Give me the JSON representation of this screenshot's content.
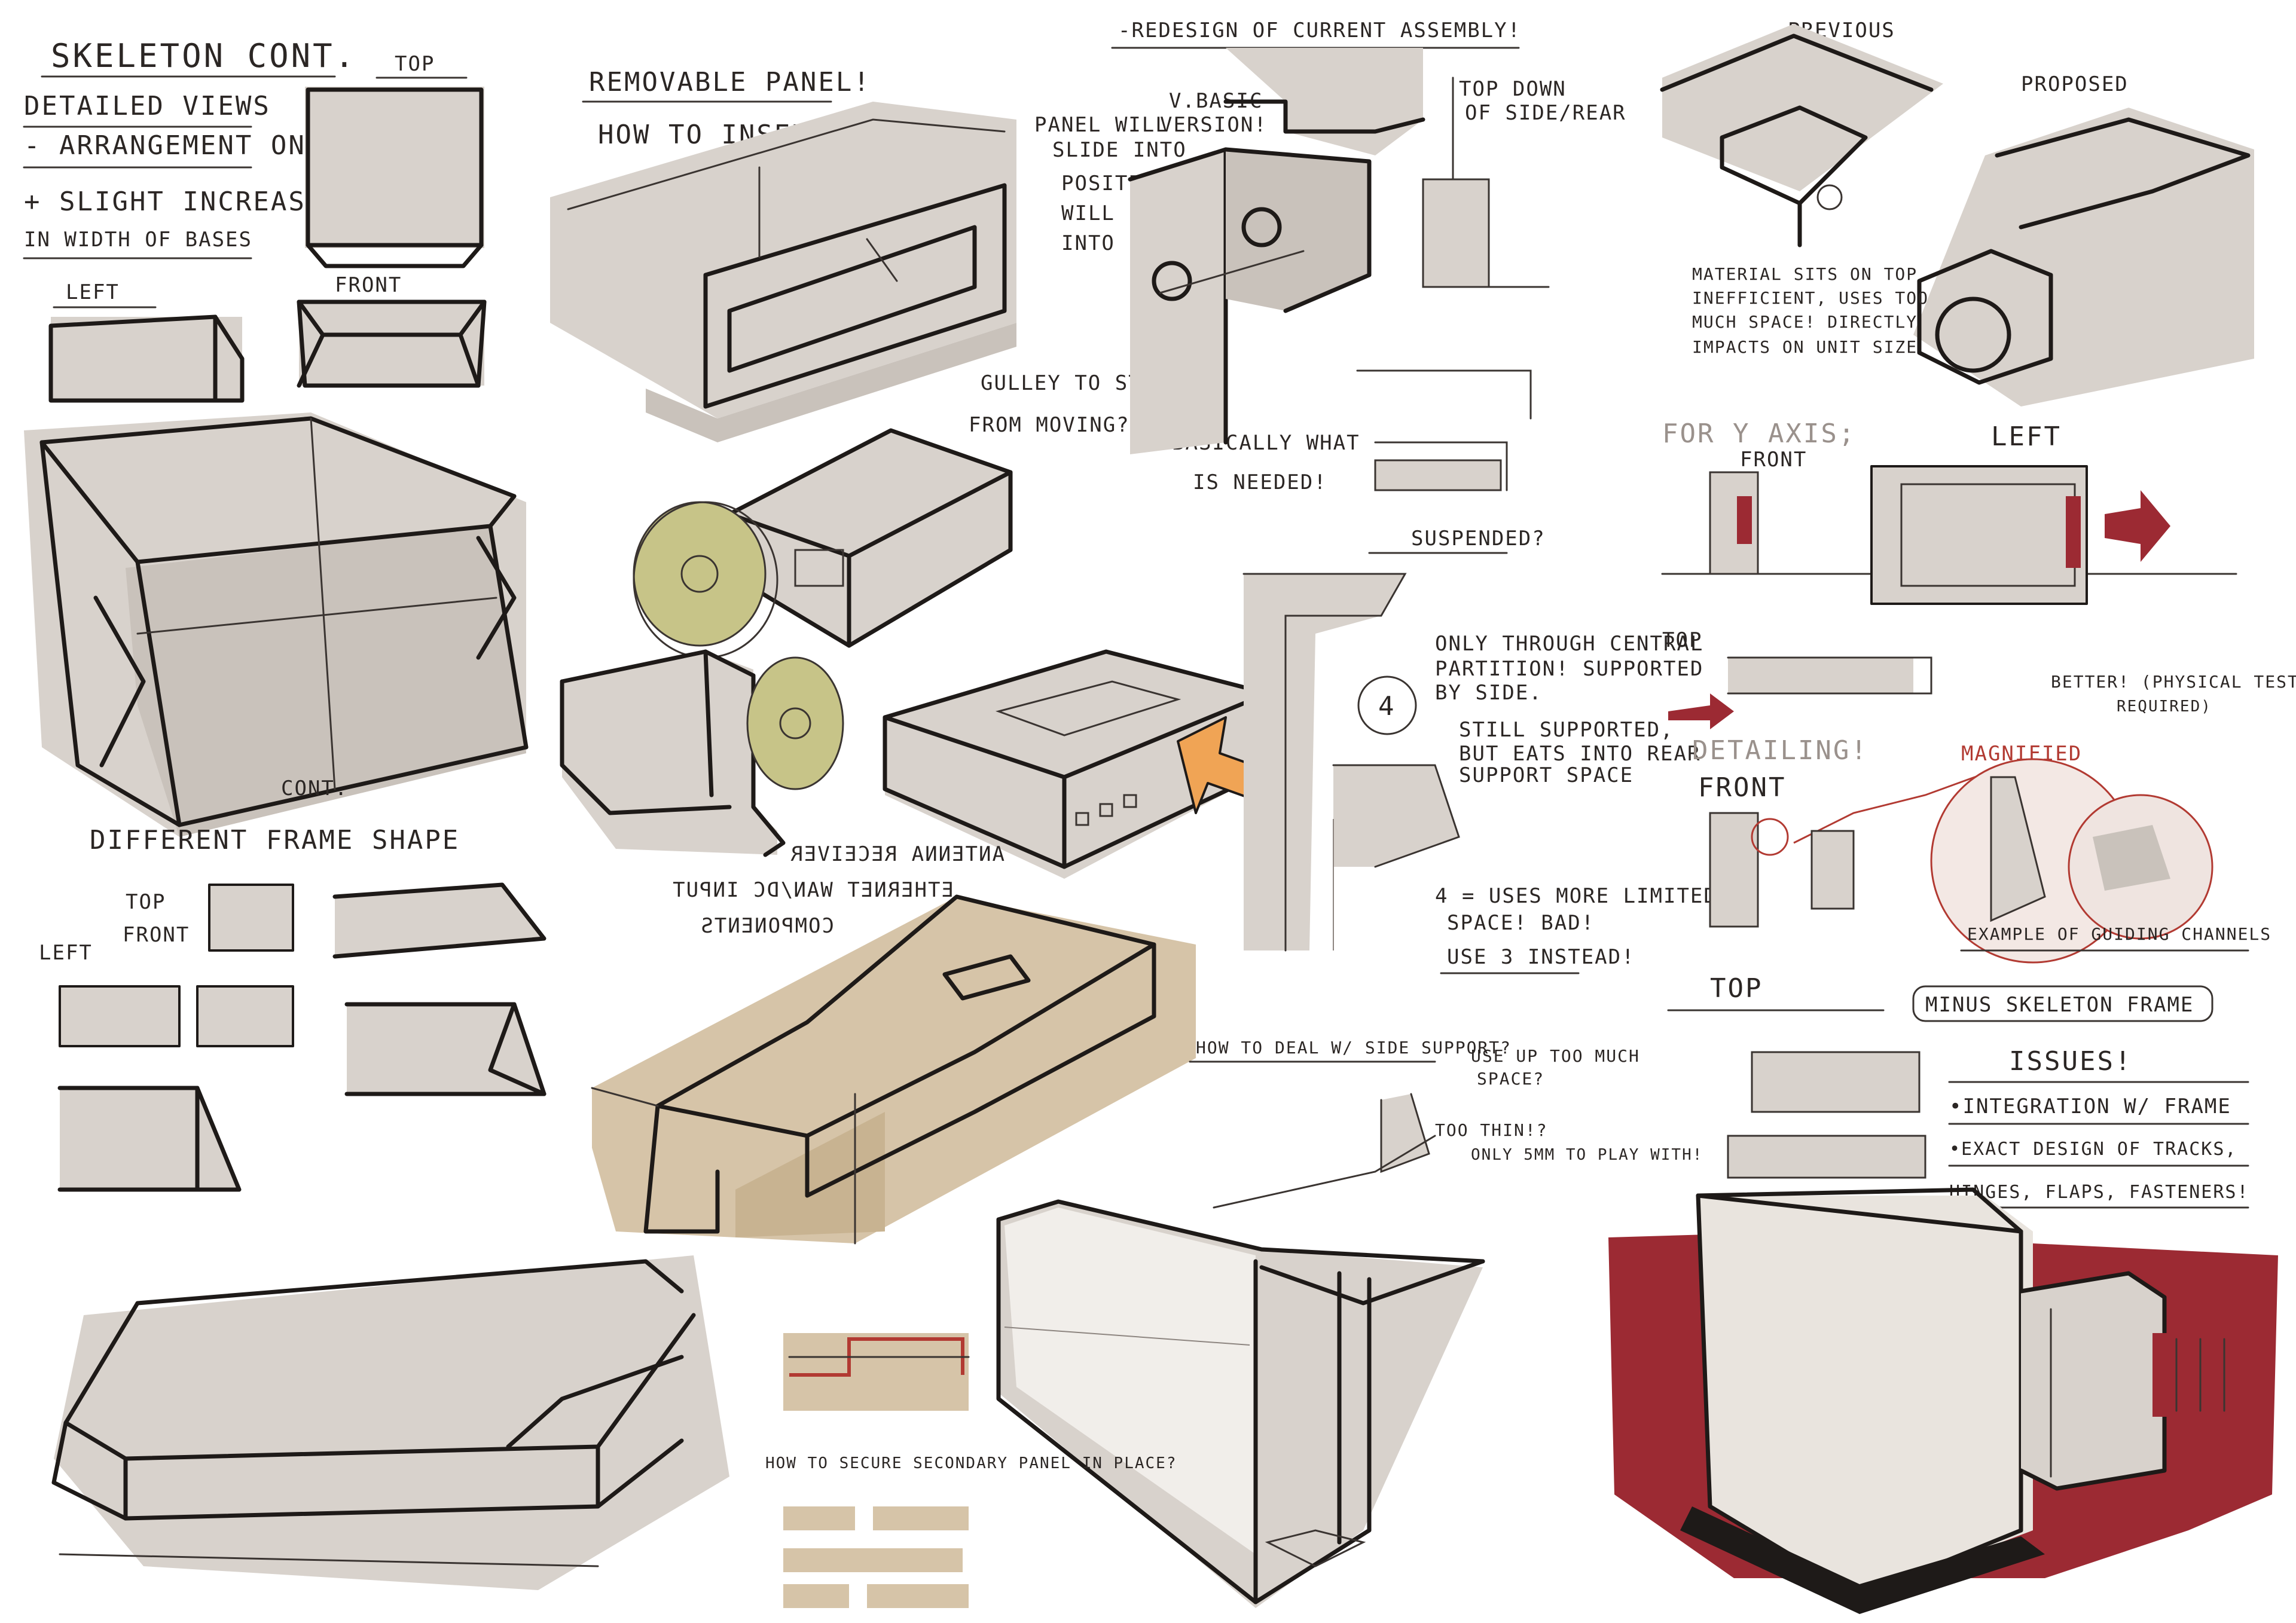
{
  "notes": {
    "skeleton_title": "SKELETON CONT.",
    "detailed_views": "DETAILED VIEWS",
    "arrangement_one": "- ARRANGEMENT ONE",
    "slight_increase": "+ SLIGHT INCREASE",
    "width_of_bases": "IN WIDTH OF BASES",
    "top": "TOP",
    "left": "LEFT",
    "front": "FRONT",
    "cont": "CONT.",
    "different_frame": "DIFFERENT FRAME SHAPE",
    "top2": "TOP",
    "left2": "LEFT",
    "front2": "FRONT",
    "removable_panel": "REMOVABLE PANEL!",
    "how_to_insert": "HOW TO INSERT?",
    "panel_will": "PANEL WILL",
    "slide_into": "SLIDE INTO",
    "position": "POSITION",
    "will_pin": "WILL PIN",
    "into_place": "INTO PLACE",
    "v_basic": "V.BASIC",
    "version": "VERSION!",
    "gulley": "GULLEY TO STOP",
    "from_moving": "FROM MOVING?",
    "basically": "BASICALLY WHAT",
    "is_needed": "IS NEEDED!",
    "redesign": "-REDESIGN OF CURRENT ASSEMBLY!",
    "top_down": "TOP DOWN",
    "of_side_rear": "OF SIDE/REAR",
    "previous": "PREVIOUS",
    "proposed": "PROPOSED",
    "material_sits_1": "MATERIAL SITS ON TOP",
    "material_sits_2": "INEFFICIENT, USES TOO",
    "material_sits_3": "MUCH SPACE! DIRECTLY",
    "material_sits_4": "IMPACTS ON UNIT SIZE",
    "for_y_axis": "FOR Y AXIS;",
    "front3": "FRONT",
    "left3": "LEFT",
    "top3": "TOP",
    "better": "BETTER! (PHYSICAL TESTING",
    "required": "REQUIRED)",
    "detailing": "DETAILING!",
    "front4": "FRONT",
    "magnified": "MAGNIFIED",
    "example_guiding": "EXAMPLE OF GUIDING CHANNELS",
    "top4": "TOP",
    "minus_skeleton": "MINUS SKELETON FRAME",
    "issues": "ISSUES!",
    "integration": "•INTEGRATION W/ FRAME",
    "exact_design": "•EXACT DESIGN OF TRACKS,",
    "hinges": "HINGES, FLAPS, FASTENERS!",
    "suspended": "SUSPENDED?",
    "only_through_1": "ONLY THROUGH CENTRAL",
    "only_through_2": "PARTITION! SUPPORTED",
    "only_through_3": "BY SIDE.",
    "still_supported_1": "STILL SUPPORTED,",
    "still_supported_2": "BUT EATS INTO REAR",
    "still_supported_3": "SUPPORT SPACE",
    "four": "4",
    "uses_more_1": "4 = USES MORE LIMITED",
    "uses_more_2": "SPACE! BAD!",
    "use_3": "USE 3 INSTEAD!",
    "how_to_deal": "HOW TO DEAL W/ SIDE SUPPORT?",
    "use_up_1": "USE UP TOO MUCH",
    "use_up_2": "SPACE?",
    "too_thin": "TOO THIN!?",
    "only_5mm": "ONLY 5MM TO PLAY WITH!",
    "how_to_secure": "HOW TO SECURE SECONDARY PANEL IN PLACE?",
    "mirrored_1": "ANTENNA RECEIVER",
    "mirrored_2": "ETHERNET WAN/DC INPUT",
    "mirrored_3": "COMPONENTS"
  },
  "colors": {
    "ink": "#1e1a18",
    "marker_grey": "#d8d2cc",
    "marker_tan": "#d6c4a8",
    "marker_red": "#9c2a33",
    "marker_orange": "#f0a455",
    "disc_yellow": "#c7c488",
    "annotation_red": "#b23a32"
  }
}
